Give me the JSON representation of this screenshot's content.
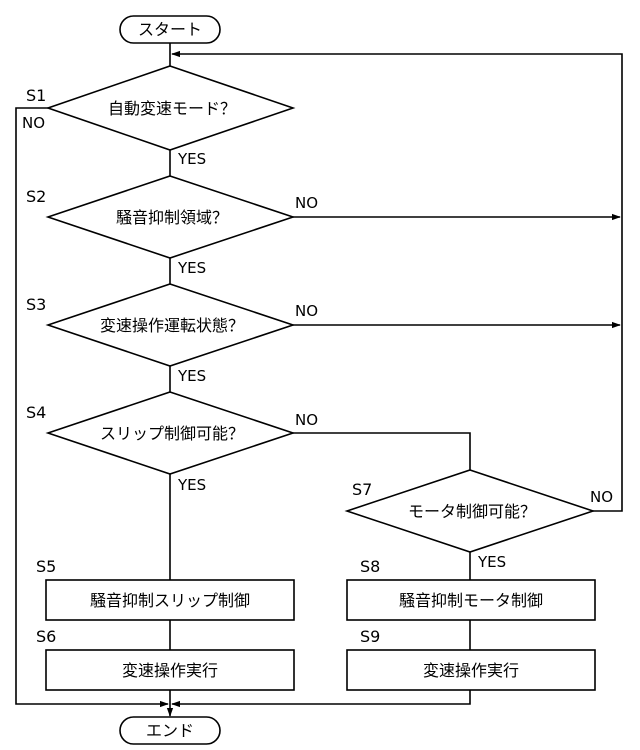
{
  "terminals": {
    "start": "スタート",
    "end": "エンド"
  },
  "decisions": {
    "s1": {
      "step": "S1",
      "label": "自動変速モード？"
    },
    "s2": {
      "step": "S2",
      "label": "騒音抑制領域？"
    },
    "s3": {
      "step": "S3",
      "label": "変速操作運転状態？"
    },
    "s4": {
      "step": "S4",
      "label": "スリップ制御可能？"
    },
    "s7": {
      "step": "S7",
      "label": "モータ制御可能？"
    }
  },
  "processes": {
    "s5": {
      "step": "S5",
      "label": "騒音抑制スリップ制御"
    },
    "s6": {
      "step": "S6",
      "label": "変速操作実行"
    },
    "s8": {
      "step": "S8",
      "label": "騒音抑制モータ制御"
    },
    "s9": {
      "step": "S9",
      "label": "変速操作実行"
    }
  },
  "branches": {
    "yes": "YES",
    "no": "NO"
  }
}
